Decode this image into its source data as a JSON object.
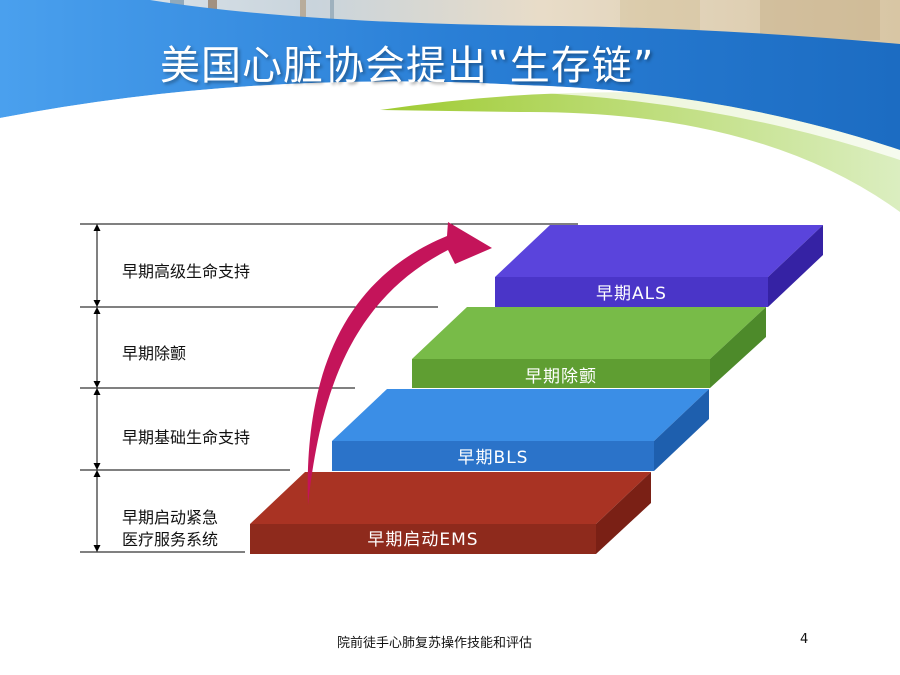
{
  "slide": {
    "title": "美国心脏协会提出‟生存链”",
    "page_number": "4",
    "footer": "院前徒手心肺复苏操作技能和评估"
  },
  "left_labels": [
    {
      "text": "早期高级生命支持"
    },
    {
      "text": "早期除颤"
    },
    {
      "text": "早期基础生命支持"
    },
    {
      "line1": "早期启动紧急",
      "line2": "医疗服务系统"
    }
  ],
  "steps": [
    {
      "label": "早期ALS",
      "color": "#4a35c8"
    },
    {
      "label": "早期除颤",
      "color": "#5f9e32"
    },
    {
      "label": "早期BLS",
      "color": "#2a78d8"
    },
    {
      "label": "早期启动EMS",
      "color": "#a83222"
    }
  ],
  "arrow": {
    "color": "#c4145a"
  },
  "header_colors": {
    "band": "#2a7fd6",
    "accent": "#a7cf3a"
  }
}
